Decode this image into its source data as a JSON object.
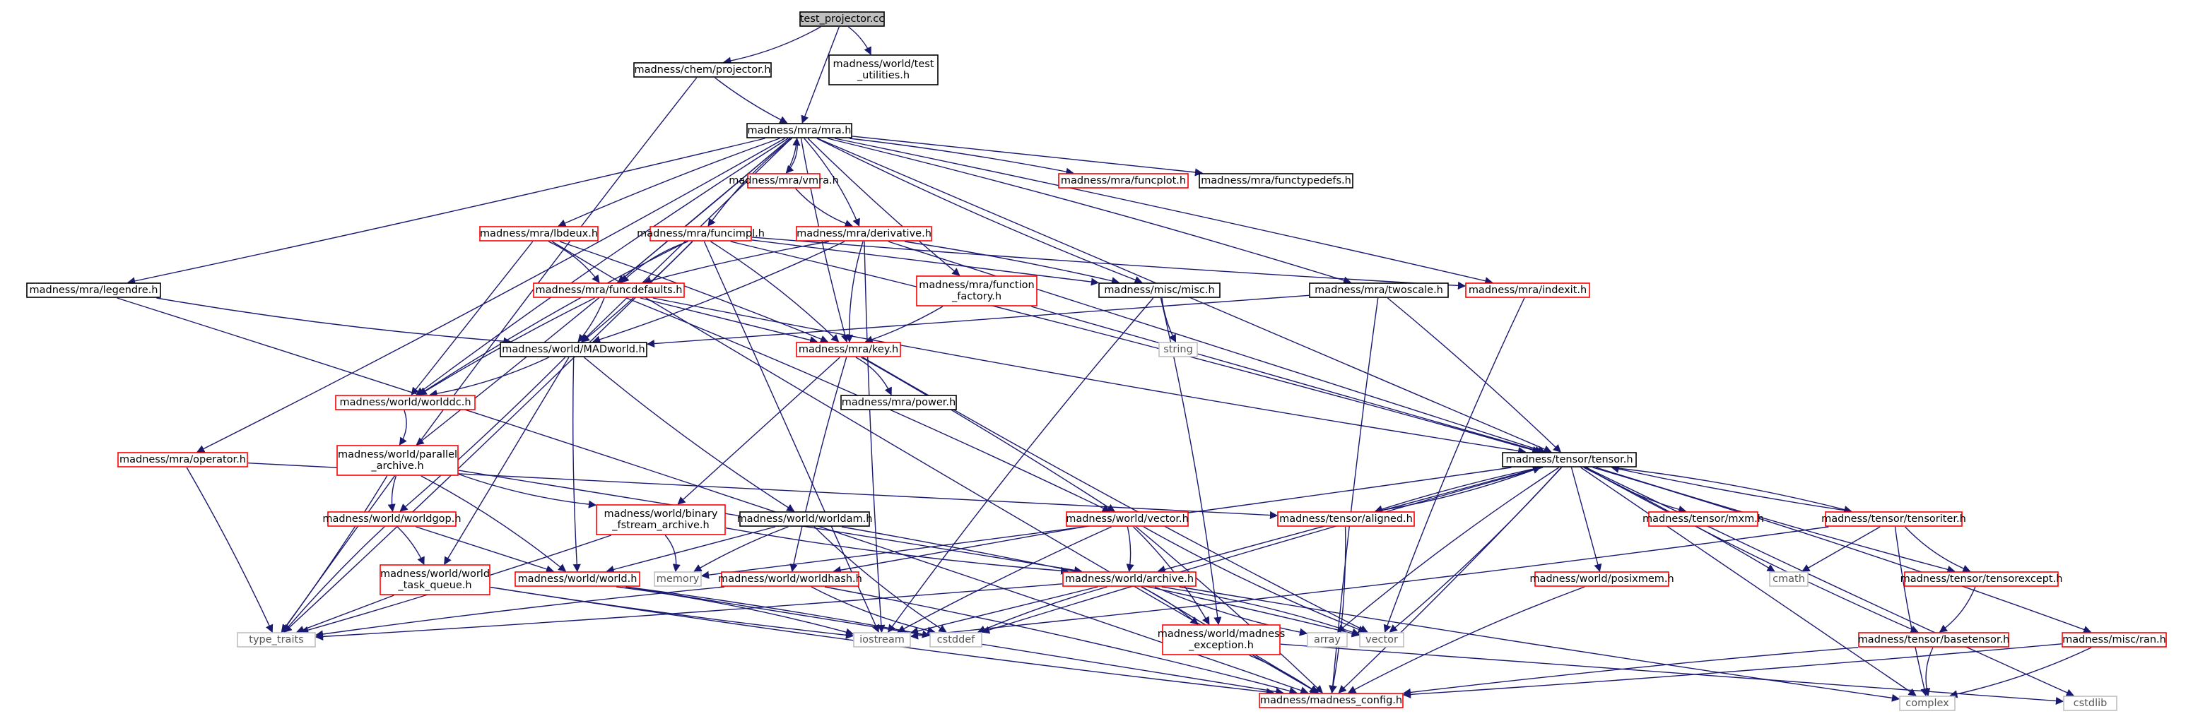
{
  "diagram": {
    "colors": {
      "edge": "#191970",
      "root_fill": "#bfbfbf",
      "root_border": "#000000",
      "doc_border": "#000000",
      "undoc_border": "#ff0000",
      "external_border": "#bfbfbf",
      "text": "#000000",
      "external_text": "#555555"
    },
    "nodes": [
      {
        "id": "root",
        "kind": "root",
        "lines": [
          "test_projector.cc"
        ]
      },
      {
        "id": "chem_projector",
        "kind": "doc",
        "lines": [
          "madness/chem/projector.h"
        ]
      },
      {
        "id": "test_utilities",
        "kind": "doc",
        "lines": [
          "madness/world/test",
          "_utilities.h"
        ]
      },
      {
        "id": "mra",
        "kind": "doc",
        "lines": [
          "madness/mra/mra.h"
        ]
      },
      {
        "id": "vmra",
        "kind": "undoc",
        "lines": [
          "madness/mra/vmra.h"
        ]
      },
      {
        "id": "funcplot",
        "kind": "undoc",
        "lines": [
          "madness/mra/funcplot.h"
        ]
      },
      {
        "id": "functypedefs",
        "kind": "doc",
        "lines": [
          "madness/mra/functypedefs.h"
        ]
      },
      {
        "id": "lbdeux",
        "kind": "undoc",
        "lines": [
          "madness/mra/lbdeux.h"
        ]
      },
      {
        "id": "funcimpl",
        "kind": "undoc",
        "lines": [
          "madness/mra/funcimpl.h"
        ]
      },
      {
        "id": "derivative",
        "kind": "undoc",
        "lines": [
          "madness/mra/derivative.h"
        ]
      },
      {
        "id": "legendre",
        "kind": "doc",
        "lines": [
          "madness/mra/legendre.h"
        ]
      },
      {
        "id": "funcdefaults",
        "kind": "undoc",
        "lines": [
          "madness/mra/funcdefaults.h"
        ]
      },
      {
        "id": "function_factory",
        "kind": "undoc",
        "lines": [
          "madness/mra/function",
          "_factory.h"
        ]
      },
      {
        "id": "misc",
        "kind": "doc",
        "lines": [
          "madness/misc/misc.h"
        ]
      },
      {
        "id": "twoscale",
        "kind": "doc",
        "lines": [
          "madness/mra/twoscale.h"
        ]
      },
      {
        "id": "indexit",
        "kind": "undoc",
        "lines": [
          "madness/mra/indexit.h"
        ]
      },
      {
        "id": "madworld",
        "kind": "doc",
        "lines": [
          "madness/world/MADworld.h"
        ]
      },
      {
        "id": "key",
        "kind": "undoc",
        "lines": [
          "madness/mra/key.h"
        ]
      },
      {
        "id": "string",
        "kind": "ext",
        "lines": [
          "string"
        ]
      },
      {
        "id": "worlddc",
        "kind": "undoc",
        "lines": [
          "madness/world/worlddc.h"
        ]
      },
      {
        "id": "power",
        "kind": "doc",
        "lines": [
          "madness/mra/power.h"
        ]
      },
      {
        "id": "operator",
        "kind": "undoc",
        "lines": [
          "madness/mra/operator.h"
        ]
      },
      {
        "id": "parallel_archive",
        "kind": "undoc",
        "lines": [
          "madness/world/parallel",
          "_archive.h"
        ]
      },
      {
        "id": "tensor",
        "kind": "doc",
        "lines": [
          "madness/tensor/tensor.h"
        ]
      },
      {
        "id": "worldgop",
        "kind": "undoc",
        "lines": [
          "madness/world/worldgop.h"
        ]
      },
      {
        "id": "binary_fstream",
        "kind": "undoc",
        "lines": [
          "madness/world/binary",
          "_fstream_archive.h"
        ]
      },
      {
        "id": "worldam",
        "kind": "doc",
        "lines": [
          "madness/world/worldam.h"
        ]
      },
      {
        "id": "vector_h",
        "kind": "undoc",
        "lines": [
          "madness/world/vector.h"
        ]
      },
      {
        "id": "aligned",
        "kind": "undoc",
        "lines": [
          "madness/tensor/aligned.h"
        ]
      },
      {
        "id": "mxm",
        "kind": "undoc",
        "lines": [
          "madness/tensor/mxm.h"
        ]
      },
      {
        "id": "tensoriter",
        "kind": "undoc",
        "lines": [
          "madness/tensor/tensoriter.h"
        ]
      },
      {
        "id": "cmath",
        "kind": "ext",
        "lines": [
          "cmath"
        ]
      },
      {
        "id": "world_task_queue",
        "kind": "undoc",
        "lines": [
          "madness/world/world",
          "_task_queue.h"
        ]
      },
      {
        "id": "world_h",
        "kind": "undoc",
        "lines": [
          "madness/world/world.h"
        ]
      },
      {
        "id": "memory",
        "kind": "ext",
        "lines": [
          "memory"
        ]
      },
      {
        "id": "worldhash",
        "kind": "undoc",
        "lines": [
          "madness/world/worldhash.h"
        ]
      },
      {
        "id": "archive",
        "kind": "undoc",
        "lines": [
          "madness/world/archive.h"
        ]
      },
      {
        "id": "posixmem",
        "kind": "undoc",
        "lines": [
          "madness/world/posixmem.h"
        ]
      },
      {
        "id": "tensorexcept",
        "kind": "undoc",
        "lines": [
          "madness/tensor/tensorexcept.h"
        ]
      },
      {
        "id": "type_traits",
        "kind": "ext",
        "lines": [
          "type_traits"
        ]
      },
      {
        "id": "iostream",
        "kind": "ext",
        "lines": [
          "iostream"
        ]
      },
      {
        "id": "cstddef",
        "kind": "ext",
        "lines": [
          "cstddef"
        ]
      },
      {
        "id": "array",
        "kind": "ext",
        "lines": [
          "array"
        ]
      },
      {
        "id": "vector_std",
        "kind": "ext",
        "lines": [
          "vector"
        ]
      },
      {
        "id": "madness_exception",
        "kind": "undoc",
        "lines": [
          "madness/world/madness",
          "_exception.h"
        ]
      },
      {
        "id": "basetensor",
        "kind": "undoc",
        "lines": [
          "madness/tensor/basetensor.h"
        ]
      },
      {
        "id": "ran",
        "kind": "undoc",
        "lines": [
          "madness/misc/ran.h"
        ]
      },
      {
        "id": "madness_config",
        "kind": "undoc",
        "lines": [
          "madness/madness_config.h"
        ]
      },
      {
        "id": "complex",
        "kind": "ext",
        "lines": [
          "complex"
        ]
      },
      {
        "id": "cstdlib",
        "kind": "ext",
        "lines": [
          "cstdlib"
        ]
      }
    ],
    "edges": [
      [
        "root",
        "chem_projector"
      ],
      [
        "root",
        "test_utilities"
      ],
      [
        "root",
        "mra"
      ],
      [
        "chem_projector",
        "mra"
      ],
      [
        "chem_projector",
        "type_traits"
      ],
      [
        "mra",
        "vmra"
      ],
      [
        "mra",
        "funcplot"
      ],
      [
        "mra",
        "functypedefs"
      ],
      [
        "mra",
        "lbdeux"
      ],
      [
        "mra",
        "funcimpl"
      ],
      [
        "mra",
        "derivative"
      ],
      [
        "mra",
        "legendre"
      ],
      [
        "mra",
        "funcdefaults"
      ],
      [
        "mra",
        "function_factory"
      ],
      [
        "mra",
        "misc"
      ],
      [
        "mra",
        "twoscale"
      ],
      [
        "mra",
        "indexit"
      ],
      [
        "mra",
        "madworld"
      ],
      [
        "mra",
        "key"
      ],
      [
        "mra",
        "worlddc"
      ],
      [
        "mra",
        "operator"
      ],
      [
        "mra",
        "parallel_archive"
      ],
      [
        "mra",
        "tensor"
      ],
      [
        "vmra",
        "mra"
      ],
      [
        "vmra",
        "derivative"
      ],
      [
        "lbdeux",
        "funcdefaults"
      ],
      [
        "lbdeux",
        "key"
      ],
      [
        "lbdeux",
        "worlddc"
      ],
      [
        "lbdeux",
        "madness_config"
      ],
      [
        "funcimpl",
        "funcdefaults"
      ],
      [
        "funcimpl",
        "key"
      ],
      [
        "funcimpl",
        "madworld"
      ],
      [
        "funcimpl",
        "misc"
      ],
      [
        "funcimpl",
        "indexit"
      ],
      [
        "funcimpl",
        "worlddc"
      ],
      [
        "funcimpl",
        "tensor"
      ],
      [
        "funcimpl",
        "type_traits"
      ],
      [
        "funcimpl",
        "iostream"
      ],
      [
        "derivative",
        "funcdefaults"
      ],
      [
        "derivative",
        "key"
      ],
      [
        "derivative",
        "madworld"
      ],
      [
        "derivative",
        "misc"
      ],
      [
        "derivative",
        "tensor"
      ],
      [
        "derivative",
        "iostream"
      ],
      [
        "legendre",
        "madworld"
      ],
      [
        "legendre",
        "madness_config"
      ],
      [
        "funcdefaults",
        "madworld"
      ],
      [
        "funcdefaults",
        "key"
      ],
      [
        "funcdefaults",
        "worlddc"
      ],
      [
        "funcdefaults",
        "tensor"
      ],
      [
        "funcdefaults",
        "vector_h"
      ],
      [
        "function_factory",
        "key"
      ],
      [
        "function_factory",
        "tensor"
      ],
      [
        "misc",
        "string"
      ],
      [
        "misc",
        "iostream"
      ],
      [
        "misc",
        "madness_exception"
      ],
      [
        "twoscale",
        "tensor"
      ],
      [
        "twoscale",
        "madworld"
      ],
      [
        "twoscale",
        "madness_config"
      ],
      [
        "indexit",
        "vector_std"
      ],
      [
        "madworld",
        "worlddc"
      ],
      [
        "madworld",
        "worldgop"
      ],
      [
        "madworld",
        "world_task_queue"
      ],
      [
        "madworld",
        "world_h"
      ],
      [
        "madworld",
        "worldam"
      ],
      [
        "key",
        "power"
      ],
      [
        "key",
        "vector_h"
      ],
      [
        "key",
        "binary_fstream"
      ],
      [
        "key",
        "worldhash"
      ],
      [
        "key",
        "vector_std"
      ],
      [
        "worlddc",
        "parallel_archive"
      ],
      [
        "operator",
        "type_traits"
      ],
      [
        "operator",
        "aligned"
      ],
      [
        "parallel_archive",
        "worldgop"
      ],
      [
        "parallel_archive",
        "binary_fstream"
      ],
      [
        "parallel_archive",
        "world_h"
      ],
      [
        "parallel_archive",
        "type_traits"
      ],
      [
        "parallel_archive",
        "archive"
      ],
      [
        "tensor",
        "aligned"
      ],
      [
        "tensor",
        "mxm"
      ],
      [
        "tensor",
        "tensoriter"
      ],
      [
        "tensor",
        "cmath"
      ],
      [
        "tensor",
        "posixmem"
      ],
      [
        "tensor",
        "tensorexcept"
      ],
      [
        "tensor",
        "basetensor"
      ],
      [
        "tensor",
        "ran"
      ],
      [
        "tensor",
        "memory"
      ],
      [
        "tensor",
        "archive"
      ],
      [
        "tensor",
        "cstddef"
      ],
      [
        "tensor",
        "array"
      ],
      [
        "tensor",
        "vector_std"
      ],
      [
        "tensor",
        "madness_config"
      ],
      [
        "tensor",
        "complex"
      ],
      [
        "tensor",
        "cstdlib"
      ],
      [
        "aligned",
        "tensor"
      ],
      [
        "aligned",
        "madness_config"
      ],
      [
        "tensoriter",
        "tensor"
      ],
      [
        "tensoriter",
        "cmath"
      ],
      [
        "tensoriter",
        "complex"
      ],
      [
        "tensoriter",
        "tensorexcept"
      ],
      [
        "tensoriter",
        "iostream"
      ],
      [
        "worldgop",
        "world_task_queue"
      ],
      [
        "worldgop",
        "world_h"
      ],
      [
        "worldgop",
        "type_traits"
      ],
      [
        "binary_fstream",
        "archive"
      ],
      [
        "binary_fstream",
        "memory"
      ],
      [
        "binary_fstream",
        "type_traits"
      ],
      [
        "worldam",
        "world_h"
      ],
      [
        "worldam",
        "memory"
      ],
      [
        "worldam",
        "cstddef"
      ],
      [
        "worldam",
        "vector_std"
      ],
      [
        "vector_h",
        "archive"
      ],
      [
        "vector_h",
        "worldhash"
      ],
      [
        "vector_h",
        "iostream"
      ],
      [
        "vector_h",
        "vector_std"
      ],
      [
        "vector_h",
        "madness_exception"
      ],
      [
        "vector_h",
        "madness_config"
      ],
      [
        "world_task_queue",
        "type_traits"
      ],
      [
        "world_task_queue",
        "iostream"
      ],
      [
        "world_task_queue",
        "madness_config"
      ],
      [
        "world_h",
        "iostream"
      ],
      [
        "world_h",
        "cstddef"
      ],
      [
        "world_h",
        "madness_config"
      ],
      [
        "worldhash",
        "type_traits"
      ],
      [
        "worldhash",
        "cstddef"
      ],
      [
        "worldhash",
        "madness_config"
      ],
      [
        "archive",
        "type_traits"
      ],
      [
        "archive",
        "iostream"
      ],
      [
        "archive",
        "cstddef"
      ],
      [
        "archive",
        "array"
      ],
      [
        "archive",
        "vector_std"
      ],
      [
        "archive",
        "madness_exception"
      ],
      [
        "archive",
        "madness_config"
      ],
      [
        "archive",
        "complex"
      ],
      [
        "posixmem",
        "madness_config"
      ],
      [
        "tensorexcept",
        "basetensor"
      ],
      [
        "madness_exception",
        "madness_config"
      ],
      [
        "madness_exception",
        "cstdlib"
      ],
      [
        "basetensor",
        "madness_config"
      ],
      [
        "basetensor",
        "complex"
      ],
      [
        "ran",
        "complex"
      ],
      [
        "ran",
        "madness_config"
      ]
    ]
  }
}
